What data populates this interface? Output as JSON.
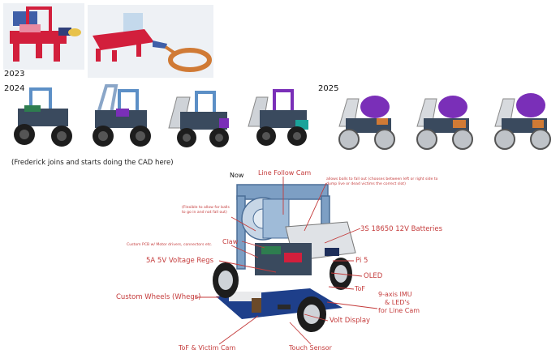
{
  "timeline": {
    "year_2023": "2023",
    "year_2024": "2024",
    "year_2025": "2025",
    "note": "(Frederick joins and starts doing the CAD here)",
    "now_label": "Now"
  },
  "callouts": {
    "line_follow_cam": "Line Follow Cam",
    "balls_fall_out": "allows balls to fall out (chooses between left or right side to dump live or dead victims the correct slot)",
    "flexible": "(Flexible to allow for balls to go in and not fall out)",
    "custom_pcb": "Custom PCB w/ Motor drivers, connectors etc.",
    "claw": "Claw",
    "batteries": "3S 18650 12V Batteries",
    "voltage_regs": "5A 5V Voltage Regs",
    "pi5": "Pi 5",
    "oled": "OLED",
    "tof": "ToF",
    "custom_wheels": "Custom Wheels (Whegs)",
    "imu_line1": "9-axis IMU",
    "imu_line2": "& LED's",
    "imu_line3": "for Line Cam",
    "volt_display": "Volt Display",
    "tof_victim_cam": "ToF & Victim Cam",
    "touch_sensor": "Touch Sensor"
  },
  "colors": {
    "label_red": "#c43b3b",
    "robot_red": "#d21f3c",
    "robot_blue": "#5c8fc6",
    "robot_purple": "#7a2fb8",
    "frame_grey": "#cfd3d8"
  }
}
